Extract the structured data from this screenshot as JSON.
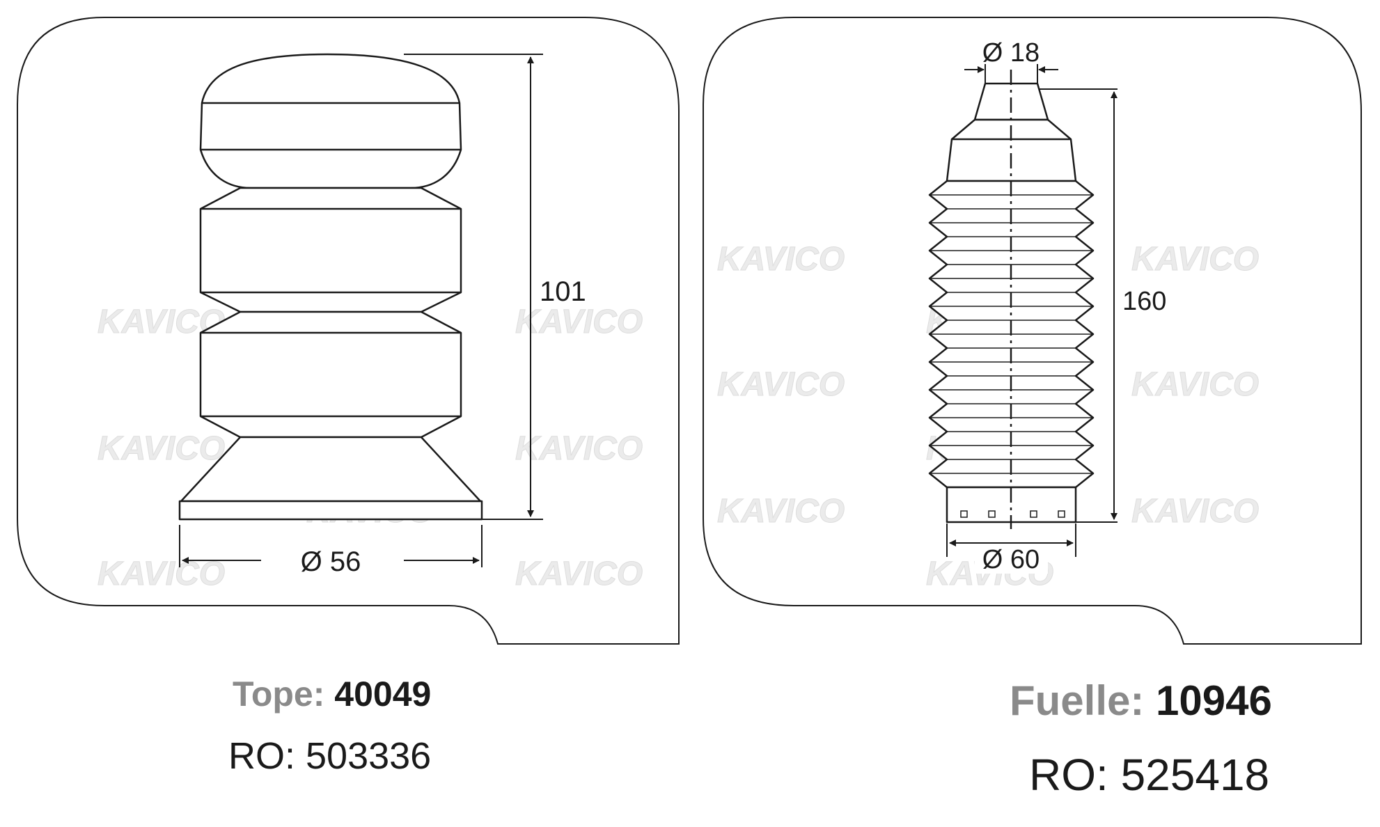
{
  "watermark": {
    "text": "KAVICO"
  },
  "left_part": {
    "label": "Tope:",
    "number": "40049",
    "ro": "RO: 503336",
    "dim_height": "101",
    "dim_diameter": "Ø 56"
  },
  "right_part": {
    "label": "Fuelle:",
    "number": "10946",
    "ro": "RO: 525418",
    "dim_height": "160",
    "dim_top_diameter": "Ø 18",
    "dim_bottom_diameter": "Ø 60"
  },
  "colors": {
    "line": "#1a1a1a",
    "fill": "#ffffff",
    "label_gray": "#8a8a8a",
    "watermark": "#e6e6e6"
  }
}
